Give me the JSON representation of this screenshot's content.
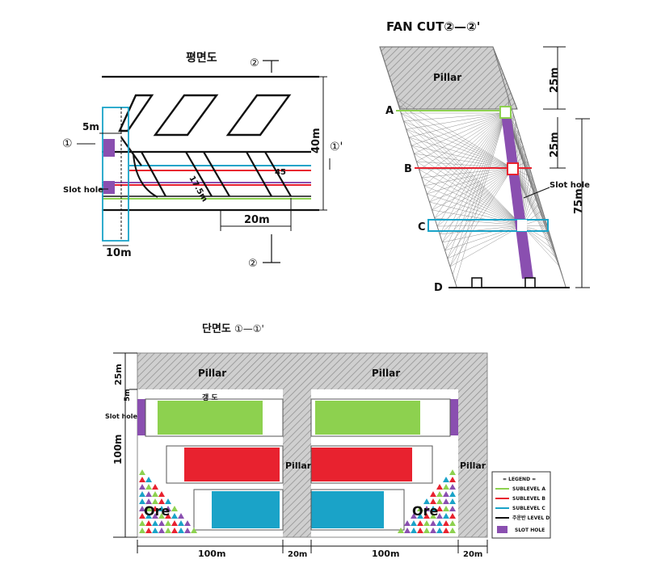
{
  "plan_view": {
    "title": "평면도",
    "section_marker_top": "②",
    "section_marker_bottom": "②",
    "marker_left": "①",
    "marker_right": "①'",
    "dim_5m": "5m",
    "dim_40m": "40m",
    "dim_17m": "17.5m",
    "dim_45": "45",
    "dim_20m": "20m",
    "dim_10m": "10m",
    "slot_hole_label": "Slot hole"
  },
  "fan_cut": {
    "title": "FAN CUT②—②'",
    "pillar": "Pillar",
    "level_a": "A",
    "level_b": "B",
    "level_c": "C",
    "level_d": "D",
    "dim_25m_top": "25m",
    "dim_25m_mid": "25m",
    "dim_75m": "75m",
    "slot_hole_label": "Slot hole"
  },
  "section_view": {
    "title": "단면도",
    "title_suffix": "①—①'",
    "pillar_left": "Pillar",
    "pillar_right": "Pillar",
    "pillar_center": "Pillar",
    "pillar_edge": "Pillar",
    "drift_label": "갱 도",
    "slot_hole_label": "Slot hole",
    "ore_left": "Ore",
    "ore_right": "Ore",
    "dim_25m": "25m",
    "dim_5m": "5m",
    "dim_100m_vertical": "100m",
    "dim_100m_a": "100m",
    "dim_20m_a": "20m",
    "dim_100m_b": "100m",
    "dim_20m_b": "20m"
  },
  "legend": {
    "title": "= LEGEND =",
    "items": [
      {
        "label": "SUBLEVEL A",
        "color": "#8dd14f"
      },
      {
        "label": "SUBLEVEL B",
        "color": "#e8222f"
      },
      {
        "label": "SUBLEVEL C",
        "color": "#1aa3c8"
      },
      {
        "label": "주운반 LEVEL D",
        "color": "#111111"
      },
      {
        "label": "SLOT HOLE",
        "color": "#8a4fb0"
      }
    ]
  },
  "colors": {
    "sublevel_a": "#8dd14f",
    "sublevel_b": "#e8222f",
    "sublevel_c": "#1aa3c8",
    "slot_hole": "#8a4fb0",
    "pillar": "#c8c8c8"
  }
}
